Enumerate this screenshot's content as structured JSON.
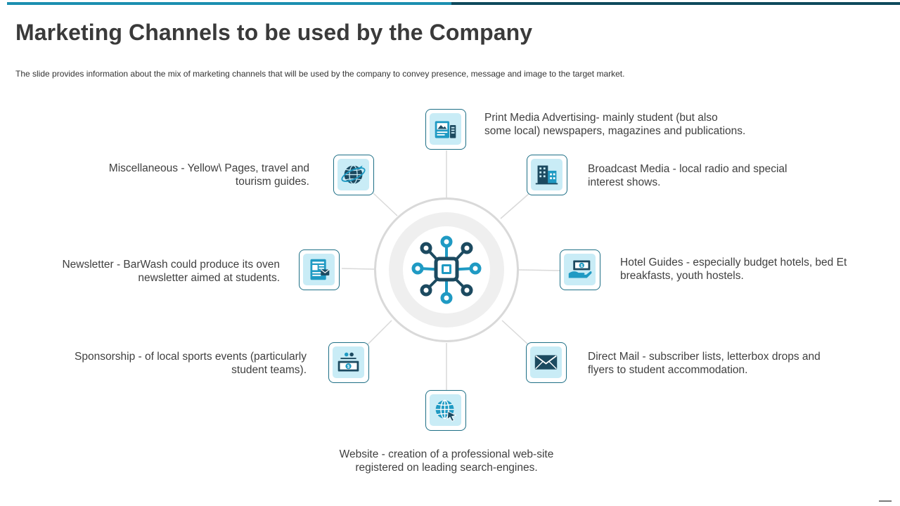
{
  "slide": {
    "title": "Marketing Channels to be used by the Company",
    "subtitle": "The slide provides  information  about the mix of marketing channels that will be used by the company to convey presence,  message and image to the target market."
  },
  "colors": {
    "accent_light": "#1b8fb0",
    "accent_dark": "#0f4a5c",
    "icon_tile": "#c9ecf6",
    "icon_dark": "#1c4a60",
    "icon_light": "#1f9ac3"
  },
  "hub": {
    "icon": "network-hub-icon"
  },
  "channels": [
    {
      "key": "print",
      "icon": "newspaper-icon",
      "line1": "Print Media Advertising- mainly student (but also",
      "line2": "some local) newspapers, magazines and publications."
    },
    {
      "key": "broadcast",
      "icon": "broadcast-building-icon",
      "line1": "Broadcast Media - local radio and special",
      "line2": "interest shows."
    },
    {
      "key": "hotel",
      "icon": "hand-money-icon",
      "line1": "Hotel Guides - especially budget hotels, bed Et",
      "line2": "breakfasts, youth hostels."
    },
    {
      "key": "mail",
      "icon": "envelope-icon",
      "line1": "Direct Mail - subscriber lists, letterbox drops and",
      "line2": "flyers  to student accommodation."
    },
    {
      "key": "website",
      "icon": "globe-cursor-icon",
      "line1": "Website - creation of a professional web-site",
      "line2": "registered on leading search-engines."
    },
    {
      "key": "sponsorship",
      "icon": "sponsorship-money-icon",
      "line1": "Sponsorship - of local sports events (particularly",
      "line2": "student teams)."
    },
    {
      "key": "newsletter",
      "icon": "newsletter-icon",
      "line1": "Newsletter  - BarWash could produce its oven",
      "line2": "newsletter  aimed at students."
    },
    {
      "key": "misc",
      "icon": "globe-plane-icon",
      "line1": "Miscellaneous - Yellow\\ Pages, travel and",
      "line2": "tourism guides."
    }
  ]
}
